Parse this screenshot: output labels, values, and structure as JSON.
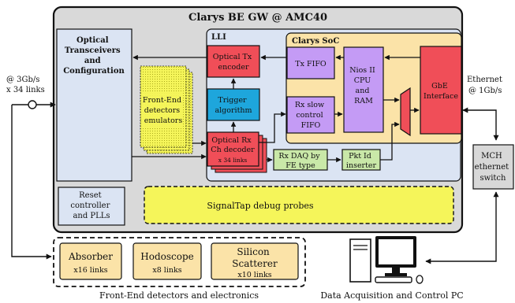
{
  "colors": {
    "gw_fill": "#d9d9d9",
    "blue_fill": "#dbe4f3",
    "soc_fill": "#fbe3a8",
    "red": "#f04e58",
    "cyan": "#1ea6dc",
    "purple": "#c49bf5",
    "green": "#c9e8a8",
    "yellow": "#f5f55a",
    "frontend_box": "#fbe3a8",
    "grey_box": "#d8d8d8"
  },
  "main_title": "Clarys BE GW @ AMC40",
  "optical": [
    "Optical",
    "Transceivers",
    "and",
    "Configuration"
  ],
  "lli_label": "LLI",
  "soc_label": "Clarys SoC",
  "optical_tx": [
    "Optical Tx",
    "encoder"
  ],
  "trigger": [
    "Trigger",
    "algorithm"
  ],
  "optical_rx": [
    "Optical Rx",
    "Ch decoder"
  ],
  "optical_rx_links": "x 34 links",
  "fe_emulators": [
    "Front-End",
    "detectors",
    "emulators"
  ],
  "tx_fifo": "Tx FIFO",
  "rx_slow": [
    "Rx slow",
    "control",
    "FIFO"
  ],
  "nios": [
    "Nios II",
    "CPU",
    "and",
    "RAM"
  ],
  "gbe": [
    "GbE",
    "Interface"
  ],
  "rx_daq": [
    "Rx DAQ by",
    "FE type"
  ],
  "pkt_id": [
    "Pkt Id",
    "inserter"
  ],
  "reset": [
    "Reset",
    "controller",
    "and PLLs"
  ],
  "signaltap": "SignalTap debug probes",
  "left_rate": [
    "@ 3Gb/s",
    "x 34 links"
  ],
  "ethernet": [
    "Ethernet",
    "@ 1Gb/s"
  ],
  "mch": [
    "MCH",
    "ethernet",
    "switch"
  ],
  "absorber": [
    "Absorber",
    "x16 links"
  ],
  "hodoscope": [
    "Hodoscope",
    "x8 links"
  ],
  "silicon": [
    "Silicon",
    "Scatterer",
    "x10 links"
  ],
  "frontend_caption": "Front-End detectors and electronics",
  "daq_caption": "Data Acquisition and Control PC"
}
